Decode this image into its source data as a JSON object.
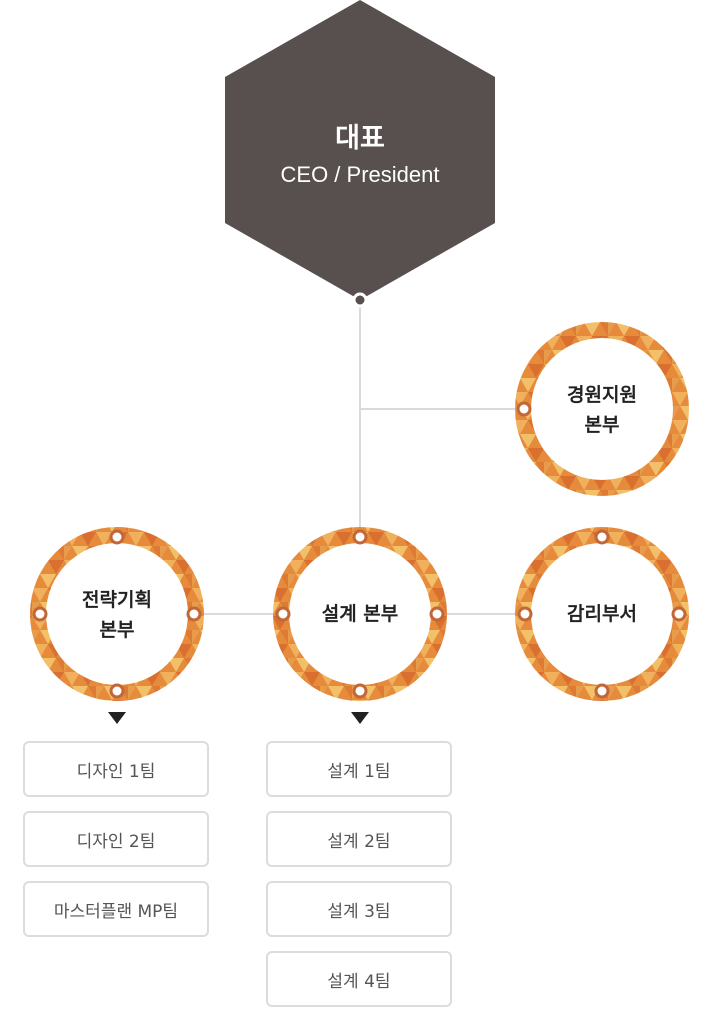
{
  "ceo": {
    "title": "대표",
    "subtitle": "CEO / President"
  },
  "divisions": {
    "management_support": {
      "label": "경원지원\n본부"
    },
    "strategy_planning": {
      "label": "전략기획\n본부"
    },
    "design": {
      "label": "설계 본부"
    },
    "supervision": {
      "label": "감리부서"
    }
  },
  "teams": {
    "strategy_planning": [
      "디자인 1팀",
      "디자인 2팀",
      "마스터플랜 MP팀"
    ],
    "design": [
      "설계 1팀",
      "설계 2팀",
      "설계 3팀",
      "설계 4팀"
    ]
  },
  "colors": {
    "ceo_fill": "#57504e",
    "ring_orange": "#e17a36",
    "ring_light": "#efb05c",
    "connector": "#dadada",
    "dot_stroke": "#c26737"
  }
}
